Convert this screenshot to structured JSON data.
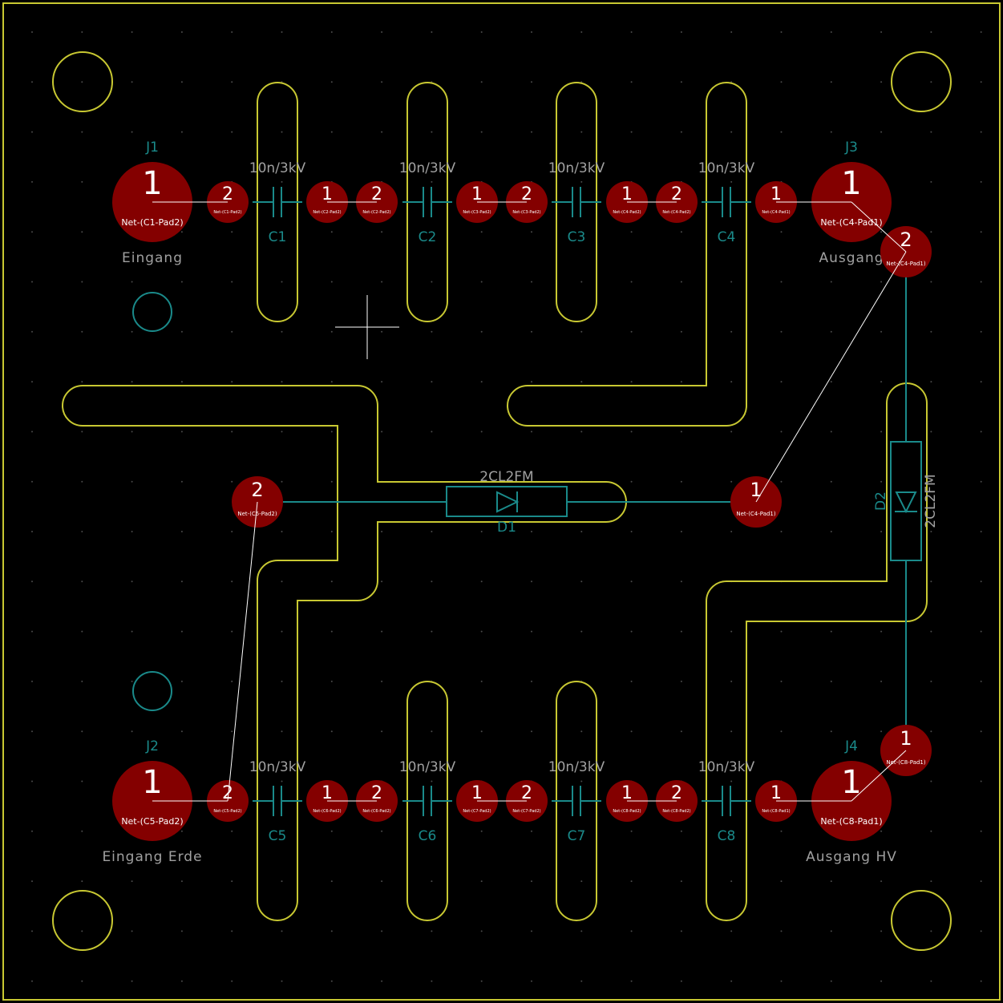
{
  "colors": {
    "background": "#000000",
    "edge_cuts": "#c8c832",
    "silkscreen": "#a0a0a0",
    "fab": "#1a8a8a",
    "pad": "#840000",
    "pad_text": "#ffffff",
    "ratsnest": "#ffffff",
    "grid_dot": "#4a4a4a"
  },
  "connectors": {
    "j1": {
      "ref": "J1",
      "value": "Eingang",
      "pad": "1",
      "net": "Net-(C1-Pad2)"
    },
    "j2": {
      "ref": "J2",
      "value": "Eingang Erde",
      "pad": "1",
      "net": "Net-(C5-Pad2)"
    },
    "j3": {
      "ref": "J3",
      "value": "Ausgang",
      "pad": "1",
      "net": "Net-(C4-Pad1)"
    },
    "j4": {
      "ref": "J4",
      "value": "Ausgang HV",
      "pad": "1",
      "net": "Net-(C8-Pad1)"
    }
  },
  "capacitors": {
    "c1": {
      "ref": "C1",
      "value": "10n/3kV"
    },
    "c2": {
      "ref": "C2",
      "value": "10n/3kV"
    },
    "c3": {
      "ref": "C3",
      "value": "10n/3kV"
    },
    "c4": {
      "ref": "C4",
      "value": "10n/3kV"
    },
    "c5": {
      "ref": "C5",
      "value": "10n/3kV"
    },
    "c6": {
      "ref": "C6",
      "value": "10n/3kV"
    },
    "c7": {
      "ref": "C7",
      "value": "10n/3kV"
    },
    "c8": {
      "ref": "C8",
      "value": "10n/3kV"
    }
  },
  "diodes": {
    "d1": {
      "ref": "D1",
      "value": "2CL2FM",
      "pad_anode": "2",
      "pad_anode_net": "Net-(C5-Pad2)",
      "pad_cathode": "1",
      "pad_cathode_net": "Net-(C4-Pad1)"
    },
    "d2": {
      "ref": "D2",
      "value": "2CL2FM",
      "pad_anode": "2",
      "pad_anode_net": "Net-(C4-Pad1)",
      "pad_cathode": "1",
      "pad_cathode_net": "Net-(C8-Pad1)"
    }
  },
  "small_pads": {
    "top": [
      {
        "num": "2",
        "net": "Net-(C1-Pad2)"
      },
      {
        "num": "1",
        "net": "Net-(C2-Pad2)"
      },
      {
        "num": "2",
        "net": "Net-(C2-Pad2)"
      },
      {
        "num": "1",
        "net": "Net-(C3-Pad2)"
      },
      {
        "num": "2",
        "net": "Net-(C3-Pad2)"
      },
      {
        "num": "1",
        "net": "Net-(C4-Pad2)"
      },
      {
        "num": "2",
        "net": "Net-(C4-Pad2)"
      },
      {
        "num": "1",
        "net": "Net-(C4-Pad1)"
      }
    ],
    "bottom": [
      {
        "num": "2",
        "net": "Net-(C5-Pad2)"
      },
      {
        "num": "1",
        "net": "Net-(C6-Pad2)"
      },
      {
        "num": "2",
        "net": "Net-(C6-Pad2)"
      },
      {
        "num": "1",
        "net": "Net-(C7-Pad2)"
      },
      {
        "num": "2",
        "net": "Net-(C7-Pad2)"
      },
      {
        "num": "1",
        "net": "Net-(C8-Pad2)"
      },
      {
        "num": "2",
        "net": "Net-(C8-Pad2)"
      },
      {
        "num": "1",
        "net": "Net-(C8-Pad1)"
      }
    ]
  }
}
